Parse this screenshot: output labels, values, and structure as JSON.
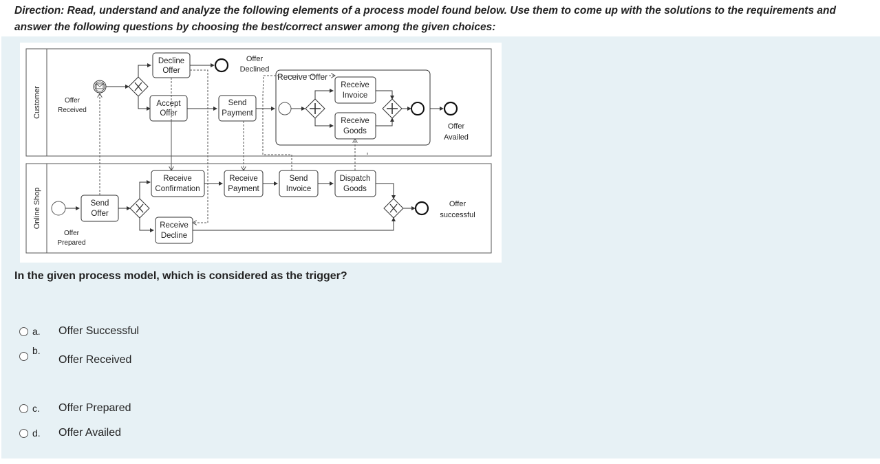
{
  "directions": "Direction:  Read, understand and analyze the following elements of a process model found below.  Use them to come up with the solutions to the requirements and answer the following questions by choosing the best/correct answer among the given choices:",
  "diagram": {
    "lanes": [
      "Customer",
      "Online Shop"
    ],
    "customer": {
      "decline_offer": [
        "Decline",
        "Offer"
      ],
      "accept_offer": [
        "Accept",
        "Offer"
      ],
      "send_payment": [
        "Send",
        "Payment"
      ],
      "offer_declined": [
        "Offer",
        "Declined"
      ],
      "receive_offer_subprocess": "Receive Offer",
      "receive_invoice": [
        "Receive",
        "Invoice"
      ],
      "receive_goods": [
        "Receive",
        "Goods"
      ],
      "offer_received": [
        "Offer",
        "Received"
      ],
      "offer_availed": [
        "Offer",
        "Availed"
      ]
    },
    "shop": {
      "receive_confirmation": [
        "Receive",
        "Confirmation"
      ],
      "receive_payment": [
        "Receive",
        "Payment"
      ],
      "send_invoice": [
        "Send",
        "Invoice"
      ],
      "dispatch_goods": [
        "Dispatch",
        "Goods"
      ],
      "send_offer": [
        "Send",
        "Offer"
      ],
      "receive_decline": [
        "Receive",
        "Decline"
      ],
      "offer_prepared": [
        "Offer",
        "Prepared"
      ],
      "offer_successful": [
        "Offer",
        "successful"
      ]
    }
  },
  "question": "In the given process model, which is considered as the trigger?",
  "options": [
    {
      "letter": "a.",
      "label": "Offer Successful"
    },
    {
      "letter": "b.",
      "label": "Offer Received"
    },
    {
      "letter": "c.",
      "label": "Offer Prepared"
    },
    {
      "letter": "d.",
      "label": "Offer Availed"
    }
  ]
}
